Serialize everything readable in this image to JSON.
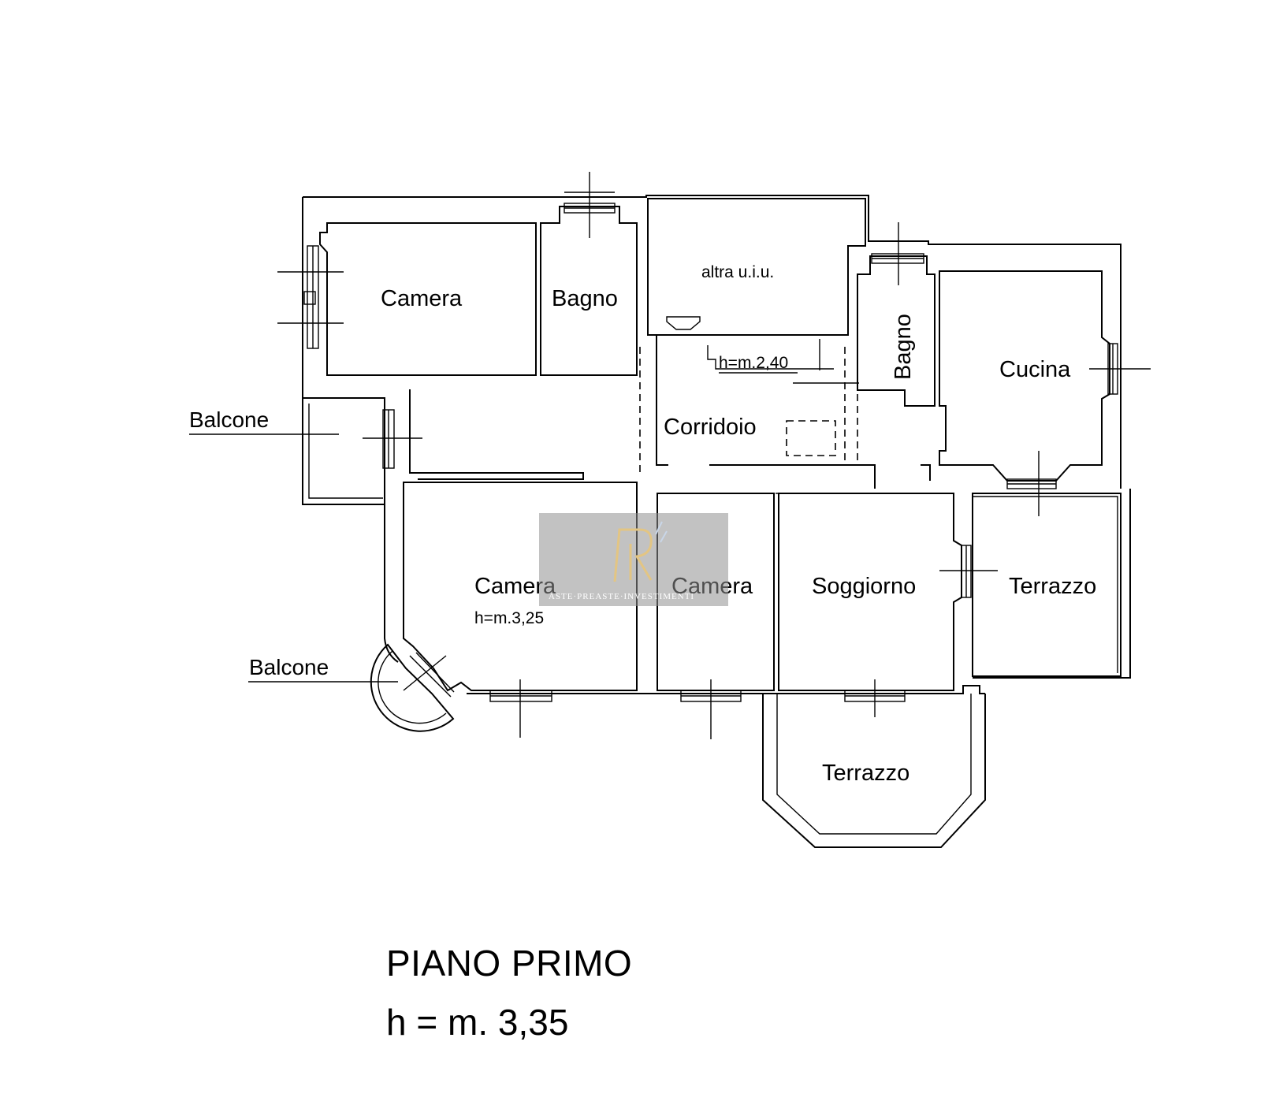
{
  "floor_plan": {
    "title": "PIANO PRIMO",
    "height": "h = m. 3,35",
    "rooms": {
      "camera_top_left": "Camera",
      "bagno_top": "Bagno",
      "altra_uiu": "altra u.i.u.",
      "bagno_right": "Bagno",
      "cucina": "Cucina",
      "corridoio": "Corridoio",
      "camera_bottom_left": "Camera",
      "camera_bottom_left_height": "h=m.3,25",
      "camera_middle": "Camera",
      "soggiorno": "Soggiorno",
      "terrazzo_right": "Terrazzo",
      "terrazzo_bottom": "Terrazzo"
    },
    "annotations": {
      "ceiling_height_small": "h=m.2,40",
      "balcone_upper": "Balcone",
      "balcone_lower": "Balcone"
    },
    "watermark": {
      "monogram": "RI",
      "text": "ASTE·PREASTE·INVESTIMENTI"
    }
  }
}
